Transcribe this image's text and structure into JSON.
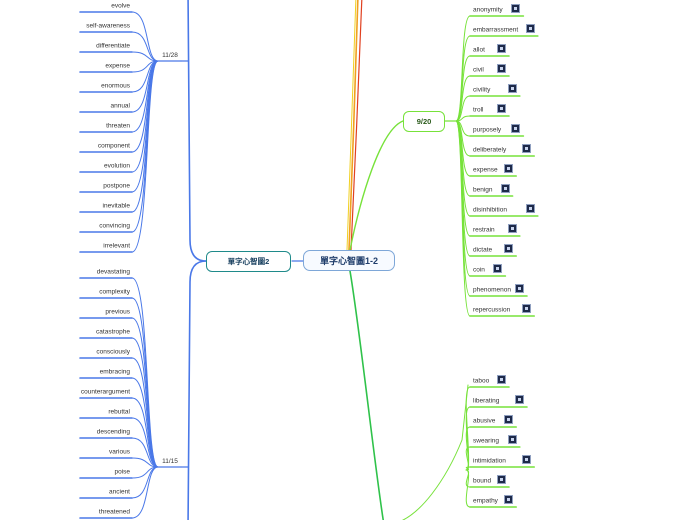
{
  "central": "單字心智圖1-2",
  "left_topic": {
    "label": "單字心智圖2",
    "groups": [
      {
        "label": "11/28",
        "words": [
          "evolve",
          "self-awareness",
          "differentiate",
          "expense",
          "enormous",
          "annual",
          "threaten",
          "component",
          "evolution",
          "postpone",
          "inevitable",
          "convincing",
          "irrelevant"
        ]
      },
      {
        "label": "11/15",
        "words": [
          "devastating",
          "complexity",
          "previous",
          "catastrophe",
          "consciously",
          "embracing",
          "counterargument",
          "rebuttal",
          "descending",
          "various",
          "poise",
          "ancient",
          "threatened"
        ]
      }
    ]
  },
  "right_topic": {
    "label": "9/20",
    "words": [
      "anonymity",
      "embarrassment",
      "allot",
      "civil",
      "civility",
      "troll",
      "purposely",
      "deliberately",
      "expense",
      "benign",
      "disinhibition",
      "restrain",
      "dictate",
      "coin",
      "phenomenon",
      "repercussion"
    ]
  },
  "bottom_right_words": [
    "taboo",
    "liberating",
    "abusive",
    "swearing",
    "intimidation",
    "bound",
    "empathy"
  ],
  "colors": {
    "left_branch": "#4a78e8",
    "right_branch": "#77e23a",
    "bottom_branch": "#2fc24a",
    "top_branch_orange": "#f0a020",
    "top_branch_red": "#e04020",
    "top_branch_yellow": "#f0d020",
    "central_border": "#7ea7d8"
  },
  "icon_name": "image-icon"
}
